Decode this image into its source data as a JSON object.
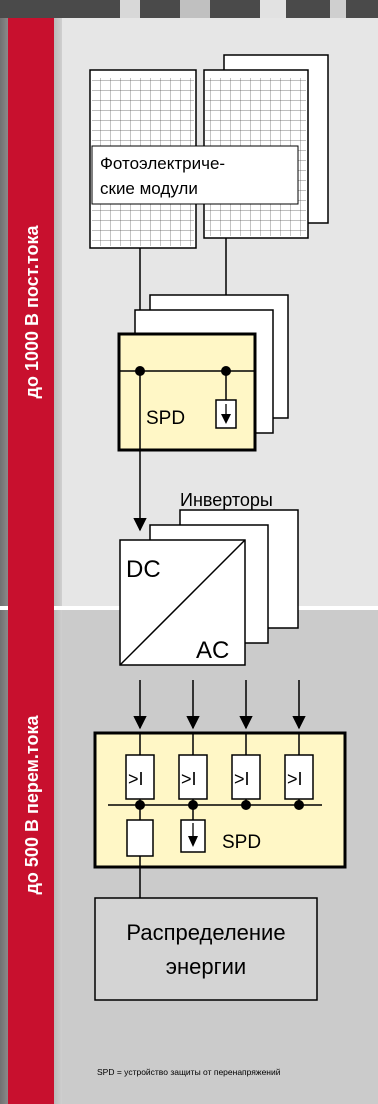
{
  "sections": {
    "dc": {
      "label": "до 1000 В пост.тока"
    },
    "ac": {
      "label": "до 500 В перем.тока"
    }
  },
  "pv": {
    "label_line1": "Фотоэлектриче-",
    "label_line2": "ские модули"
  },
  "spd_dc": {
    "label": "SPD"
  },
  "inverters": {
    "title": "Инверторы",
    "dc_label": "DC",
    "ac_label": "AC"
  },
  "ac_box": {
    "fuse_label": ">I",
    "spd_label": "SPD"
  },
  "distribution": {
    "line1": "Распределение",
    "line2": "энергии"
  },
  "footnote": "SPD = устройство защиты от перенапряжений",
  "colors": {
    "side_bar": "#c8102e",
    "panel_light": "#e6e6e6",
    "panel_dark": "#cbcbcb",
    "highlight": "#fff7c6",
    "distribution_fill": "#d4d4d4",
    "divider": "#ffffff"
  }
}
